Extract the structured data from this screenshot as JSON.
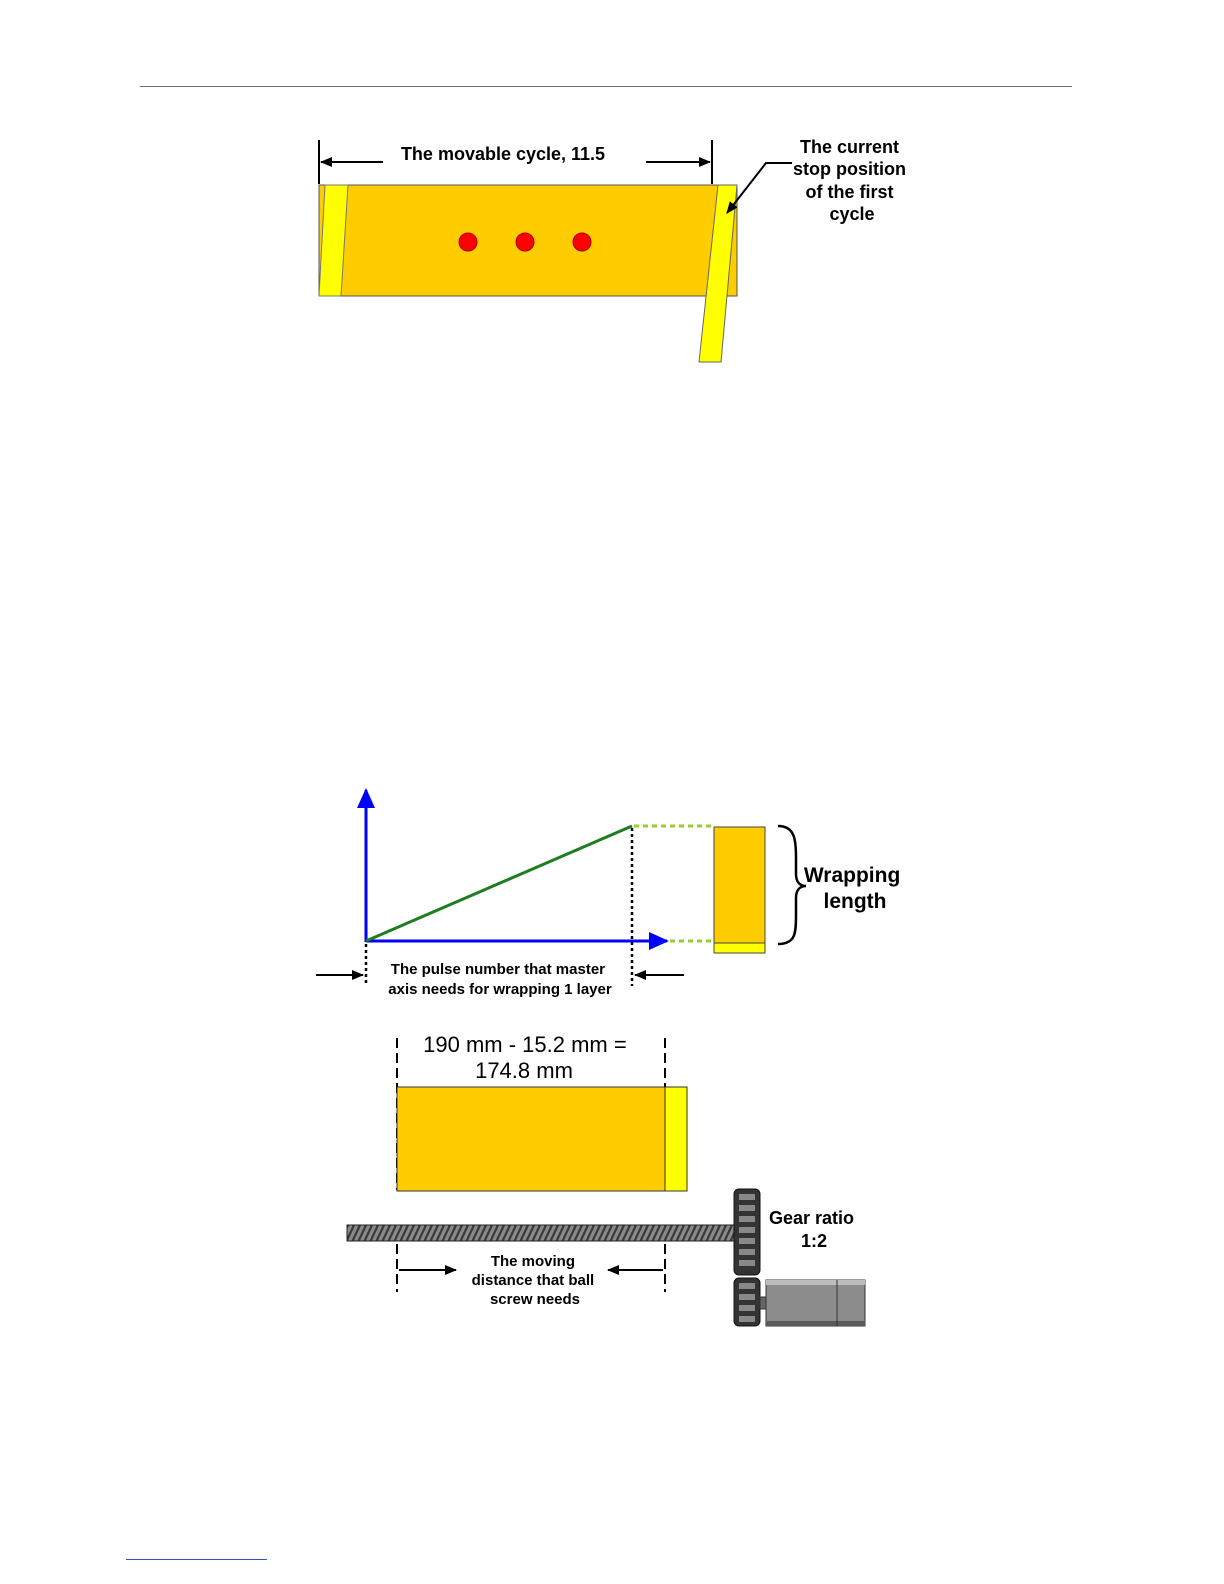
{
  "figure1": {
    "cycle_label": "The movable cycle, 11.5",
    "stop_label": [
      "The current",
      "stop position",
      "of the first",
      "cycle"
    ]
  },
  "figure2": {
    "wrapping_label": [
      "Wrapping",
      "length"
    ],
    "pulse_label": [
      "The pulse number that master",
      "axis needs for wrapping 1 layer"
    ]
  },
  "figure3": {
    "calc_label": [
      "190 mm - 15.2 mm =",
      "174.8 mm"
    ],
    "gear_label": [
      "Gear ratio",
      "1:2"
    ],
    "moving_label": [
      "The moving",
      "distance that ball",
      "screw needs"
    ]
  },
  "colors": {
    "tape": "#FFCC00",
    "edge_strip": "#FFFF00",
    "dot": "#FF0000",
    "axis": "#0000FF",
    "slope": "#1E7D1E",
    "dotted_ext": "#9ACD32",
    "screw": "#666666",
    "gear": "#333333",
    "motor": "#808080"
  }
}
